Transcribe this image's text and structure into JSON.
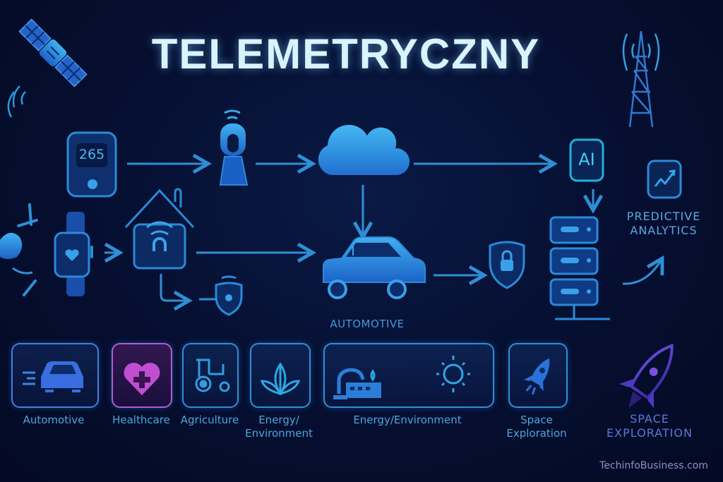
{
  "title": "TELEMETRYCZNY",
  "flow": {
    "device_display_value": "265",
    "ai_label": "AI",
    "automotive_label": "AUTOMOTIVE",
    "predictive_analytics": [
      "PREDICTIVE",
      "ANALYTICS"
    ]
  },
  "categories": [
    {
      "id": "automotive",
      "label": "Automotive",
      "icon": "car-icon"
    },
    {
      "id": "healthcare",
      "label": "Healthcare",
      "icon": "heart-plus-icon"
    },
    {
      "id": "agriculture",
      "label": "Agriculture",
      "icon": "tractor-icon"
    },
    {
      "id": "energy",
      "label_lines": [
        "Energy/",
        "Environment"
      ],
      "icon": "leaf-icon"
    },
    {
      "id": "energy-wide",
      "label": "Energy/Environment",
      "icon": "factory-sun-icon"
    },
    {
      "id": "space",
      "label_lines": [
        "Space",
        "Exploration"
      ],
      "icon": "rocket-icon"
    }
  ],
  "space_exploration": [
    "SPACE",
    "EXPLORATION"
  ],
  "footer": "TechinfoBusiness.com",
  "colors": {
    "background": "#061033",
    "accent_blue": "#2f8fd6",
    "title": "#d9f3ff",
    "healthcare_magenta": "#b05cd6",
    "space_purple": "#5b4fd0"
  }
}
